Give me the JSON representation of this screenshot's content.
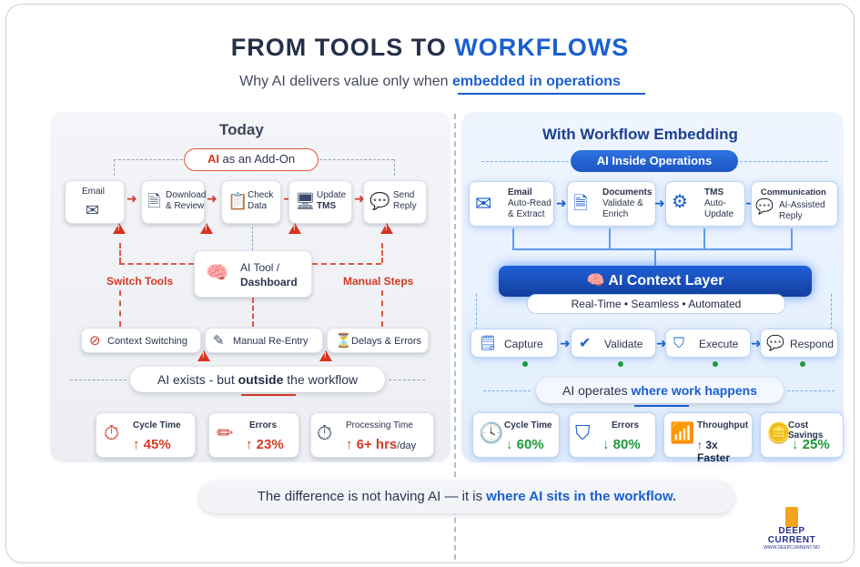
{
  "header": {
    "title_a": "FROM TOOLS TO ",
    "title_b": "WORKFLOWS",
    "subtitle_a": "Why AI delivers value only when ",
    "subtitle_b": "embedded in operations"
  },
  "today": {
    "title": "Today",
    "pill_a": "AI",
    "pill_b": " as an Add-On",
    "steps": [
      {
        "line1": "Email",
        "line2": "",
        "icon": "envelope-icon"
      },
      {
        "line1": "Download",
        "line2": "& Review",
        "icon": "document-icon"
      },
      {
        "line1": "Check",
        "line2": "Data",
        "icon": "clipboard-icon"
      },
      {
        "line1": "Update",
        "line2": "TMS",
        "icon": "computer-icon"
      },
      {
        "line1": "Send",
        "line2": "Reply",
        "icon": "chat-icon"
      }
    ],
    "tool_line1": "AI Tool /",
    "tool_line2": "Dashboard",
    "switch_tools": "Switch Tools",
    "manual_steps": "Manual Steps",
    "issues": [
      "Context Switching",
      "Manual Re-Entry",
      "Delays & Errors"
    ],
    "callout_a": "AI exists - but ",
    "callout_b": "outside",
    "callout_c": " the workflow",
    "metrics": [
      {
        "label": "Cycle Time",
        "value": "↑ 45%",
        "unit": ""
      },
      {
        "label": "Errors",
        "value": "↑ 23%",
        "unit": ""
      },
      {
        "label": "Processing Time",
        "value": "↑ 6+ hrs",
        "unit": "/day"
      }
    ]
  },
  "embedded": {
    "title": "With Workflow Embedding",
    "pill": "AI Inside Operations",
    "systems": [
      {
        "title": "Email",
        "line1": "Auto-Read",
        "line2": "& Extract",
        "icon": "envelope-icon"
      },
      {
        "title": "Documents",
        "line1": "Validate &",
        "line2": "Enrich",
        "icon": "document-icon"
      },
      {
        "title": "TMS",
        "line1": "Auto-",
        "line2": "Update",
        "icon": "gear-icon"
      },
      {
        "title": "Communication",
        "line1": "AI-Assisted",
        "line2": "Reply",
        "icon": "chat-icon"
      }
    ],
    "context_layer": "AI Context Layer",
    "context_sub": "Real-Time • Seamless • Automated",
    "flow": [
      "Capture",
      "Validate",
      "Execute",
      "Respond"
    ],
    "callout_a": "AI operates ",
    "callout_b": "where work happens",
    "metrics": [
      {
        "label": "Cycle Time",
        "value": "↓ 60%"
      },
      {
        "label": "Errors",
        "value": "↓ 80%"
      },
      {
        "label": "Throughput",
        "value": "↑ 3x Faster"
      },
      {
        "label": "Cost Savings",
        "value": "↓ 25%"
      }
    ]
  },
  "footer": {
    "text_a": "The difference is not having AI — it is ",
    "text_b": "where AI sits in the workflow."
  },
  "brand": {
    "name_a": "DEEP",
    "name_b": "CURRENT",
    "url": "WWW.DEEPCURRENT.NO"
  },
  "colors": {
    "accent_blue": "#1a5fd0",
    "alert_red": "#d23a24",
    "success_green": "#1e9a3c"
  }
}
